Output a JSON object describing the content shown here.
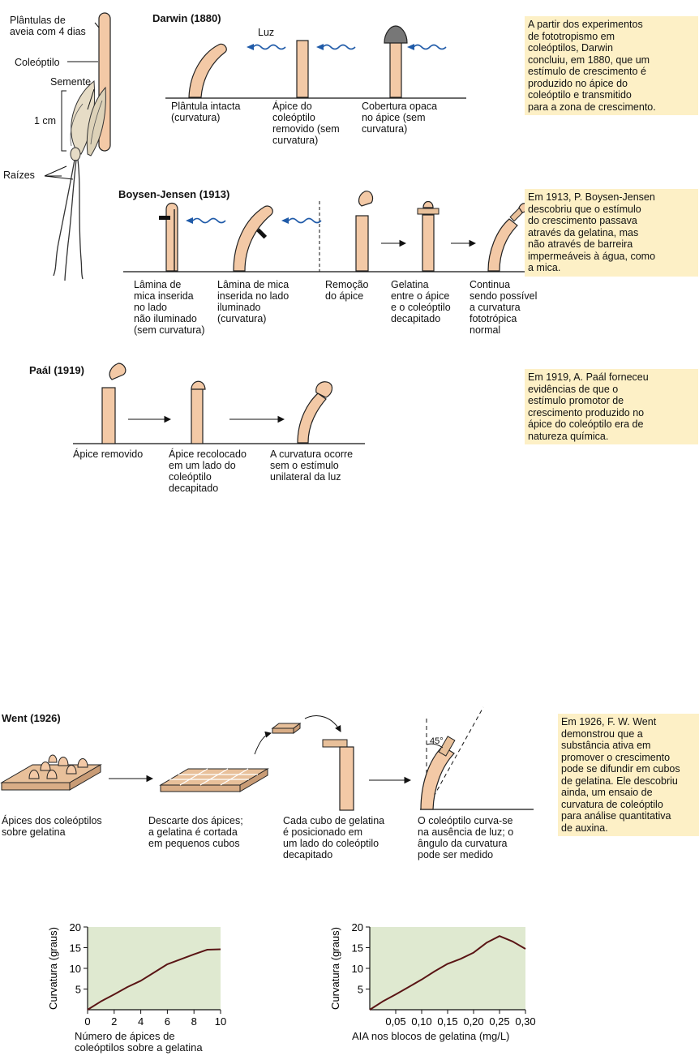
{
  "seedling": {
    "seedlings_label": "Plântulas de\naveia com 4 dias",
    "coleoptile_label": "Coleóptilo",
    "seed_label": "Semente",
    "scale_label": "1 cm",
    "roots_label": "Raízes"
  },
  "darwin": {
    "heading": "Darwin (1880)",
    "light_label": "Luz",
    "caption_intact": "Plântula intacta\n(curvatura)",
    "caption_tip_removed": "Ápice do\ncoleóptilo\nremovido (sem\ncurvatura)",
    "caption_opaque_cap": "Cobertura opaca\nno ápice (sem\ncurvatura)",
    "note": "A partir dos experimentos\nde fototropismo em\ncoleóptilos, Darwin\nconcluiu, em 1880, que um\nestímulo de crescimento é\nproduzido no ápice do\ncoleóptilo e transmitido\npara a zona de crescimento."
  },
  "boysen": {
    "heading": "Boysen-Jensen (1913)",
    "caption_mica_dark": "Lâmina de\nmica inserida\nno lado\nnão iluminado\n(sem curvatura)",
    "caption_mica_lit": "Lâmina de mica\ninserida no lado\niluminado\n(curvatura)",
    "caption_tip_removal": "Remoção\ndo ápice",
    "caption_gelatin": "Gelatina\nentre o ápice\ne o coleóptilo\ndecapitado",
    "caption_continues": "Continua\nsendo possível\na curvatura\nfototrópica\nnormal",
    "note": "Em 1913, P. Boysen-Jensen\ndescobriu que o estímulo\ndo crescimento passava\natravés da gelatina, mas\nnão através de barreira\nimpermeáveis à água, como\na mica."
  },
  "paal": {
    "heading": "Paál (1919)",
    "caption_removed": "Ápice removido",
    "caption_replaced": "Ápice recolocado\nem um lado do\ncoleóptilo\ndecapitado",
    "caption_curvature": "A curvatura ocorre\nsem o estímulo\nunilateral da luz",
    "note": "Em 1919, A. Paál forneceu\nevidências de que o\nestímulo promotor de\ncrescimento produzido no\nápice do coleóptilo era de\nnatureza química."
  },
  "went": {
    "heading": "Went (1926)",
    "caption_tips": "Ápices dos coleóptilos\nsobre gelatina",
    "caption_cut": "Descarte dos ápices;\na gelatina é cortada\nem pequenos cubos",
    "caption_cube": "Cada cubo de gelatina\né posicionado em\num lado do coleóptilo\ndecapitado",
    "caption_bends": "O coleóptilo curva-se\nna ausência de luz; o\nângulo da curvatura\npode ser medido",
    "angle_label": "45°",
    "note": "Em 1926, F. W. Went\ndemonstrou que a\nsubstância ativa em\npromover o crescimento\npode se difundir em cubos\nde gelatina. Ele descobriu\nainda, um ensaio de\ncurvatura de coleóptilo\npara análise quantitativa\nde auxina."
  },
  "colors": {
    "tissue": "#f3c9a6",
    "gelatin": "#e8c09a",
    "note_bg": "#fdf0c6",
    "plot_bg": "#dfe9d0",
    "curve": "#5a1515",
    "light_wave": "#1f5aa8",
    "cap": "#777777"
  },
  "chart_data": [
    {
      "type": "line",
      "xlabel": "Número de ápices de\ncoleóptilos sobre a gelatina",
      "ylabel": "Curvatura (graus)",
      "xlim": [
        0,
        10
      ],
      "ylim": [
        0,
        20
      ],
      "x_ticks": [
        0,
        2,
        4,
        6,
        8,
        10
      ],
      "x_tick_labels": [
        "0",
        "2",
        "4",
        "6",
        "8",
        "10"
      ],
      "y_ticks": [
        5,
        10,
        15,
        20
      ],
      "y_tick_labels": [
        "5",
        "10",
        "15",
        "20"
      ],
      "grid": false,
      "x": [
        0,
        1,
        2,
        3,
        4,
        5,
        6,
        7,
        8,
        9,
        10
      ],
      "values": [
        0,
        2,
        3.7,
        5.5,
        7,
        9,
        11,
        12.2,
        13.4,
        14.5,
        14.6
      ]
    },
    {
      "type": "line",
      "xlabel": "AIA nos blocos de gelatina (mg/L)",
      "ylabel": "Curvatura (graus)",
      "xlim": [
        0,
        0.3
      ],
      "ylim": [
        0,
        20
      ],
      "x_ticks": [
        0.05,
        0.1,
        0.15,
        0.2,
        0.25,
        0.3
      ],
      "x_tick_labels": [
        "0,05",
        "0,10",
        "0,15",
        "0,20",
        "0,25",
        "0,30"
      ],
      "y_ticks": [
        5,
        10,
        15,
        20
      ],
      "y_tick_labels": [
        "5",
        "10",
        "15",
        "20"
      ],
      "grid": false,
      "x": [
        0,
        0.025,
        0.05,
        0.075,
        0.1,
        0.125,
        0.15,
        0.175,
        0.2,
        0.225,
        0.25,
        0.275,
        0.3
      ],
      "values": [
        0,
        2,
        3.7,
        5.5,
        7.3,
        9.3,
        11.1,
        12.3,
        13.8,
        16.2,
        17.8,
        16.5,
        14.7
      ]
    }
  ]
}
